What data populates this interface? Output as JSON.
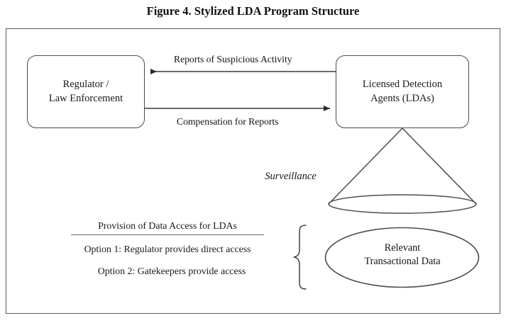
{
  "figure": {
    "title": "Figure 4. Stylized LDA Program Structure"
  },
  "nodes": {
    "regulator": {
      "name": "regulator-law-enforcement",
      "line1": "Regulator /",
      "line2": "Law Enforcement"
    },
    "lda": {
      "name": "licensed-detection-agents",
      "line1": "Licensed Detection",
      "line2": "Agents (LDAs)"
    },
    "data_store": {
      "name": "relevant-transactional-data",
      "line1": "Relevant",
      "line2": "Transactional Data"
    },
    "cone": {
      "name": "surveillance-cone",
      "label": "Surveillance"
    }
  },
  "edges": [
    {
      "name": "reports-of-suspicious-activity",
      "label": "Reports of Suspicious Activity",
      "from": "licensed-detection-agents",
      "to": "regulator-law-enforcement",
      "direction": "right-to-left"
    },
    {
      "name": "compensation-for-reports",
      "label": "Compensation for Reports",
      "from": "regulator-law-enforcement",
      "to": "licensed-detection-agents",
      "direction": "left-to-right"
    }
  ],
  "provision": {
    "header": "Provision of Data Access for LDAs",
    "option_1": "Option 1: Regulator provides direct access",
    "option_2": "Option 2: Gatekeepers provide access"
  },
  "colors": {
    "frame_border": "#5a5a62",
    "shape_border": "#4c4c54",
    "line": "#55555d",
    "text": "#141414",
    "background": "#ffffff"
  }
}
